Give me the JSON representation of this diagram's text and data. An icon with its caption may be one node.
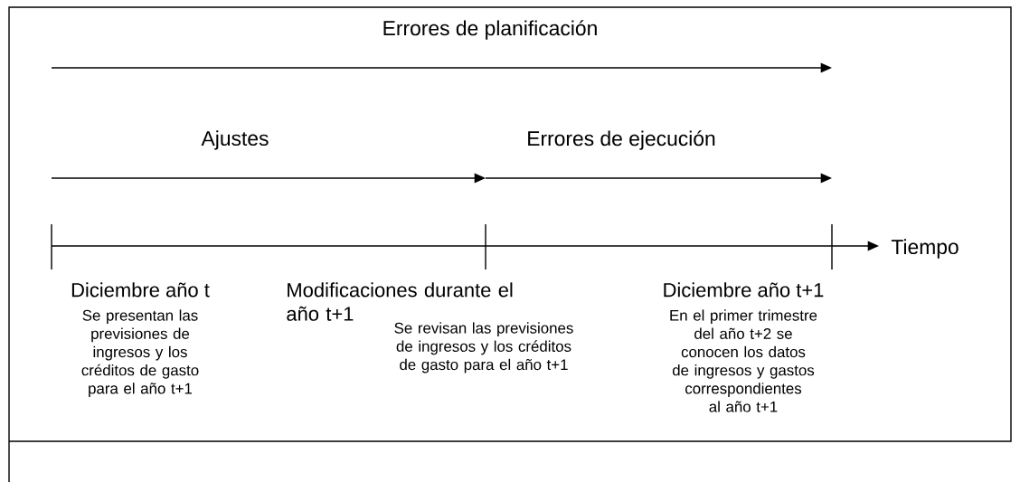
{
  "diagram": {
    "labels": [
      "Errores de planificación",
      "Ajustes",
      "Errores de ejecución",
      "Tiempo",
      "Diciembre año t",
      "Se presentan las previsiones de ingresos y los créditos de gasto para el año t+1",
      "Modificaciones durante el año t+1",
      "Se revisan las previsiones de ingresos y los créditos de gasto para el año t+1",
      "Diciembre año t+1",
      "En el primer trimestre del año t+2 se conocen los datos de ingresos y gastos correspondientes al año t+1"
    ]
  }
}
